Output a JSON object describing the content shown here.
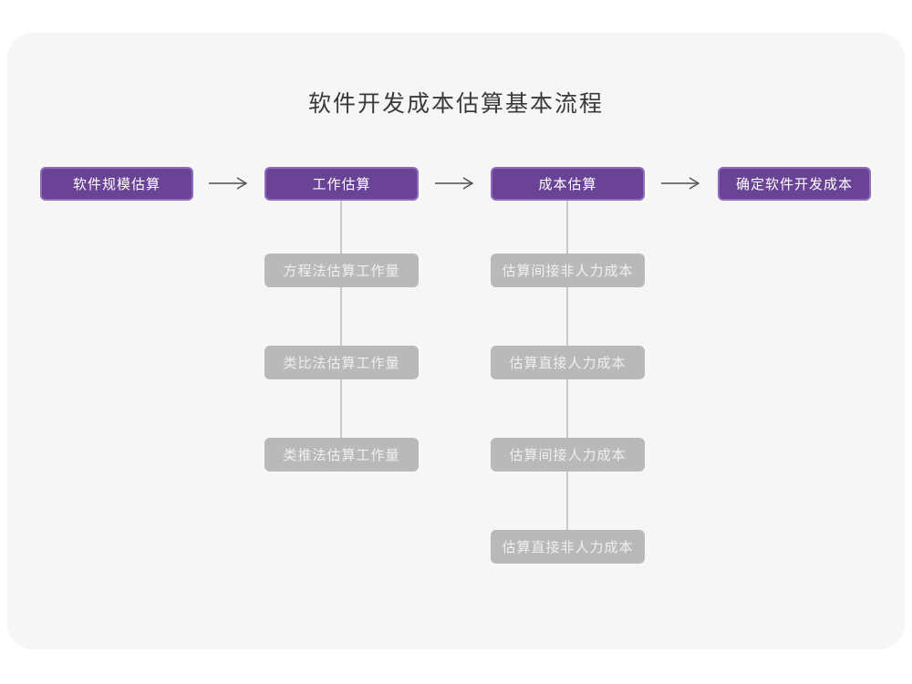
{
  "title": "软件开发成本估算基本流程",
  "colors": {
    "purple": "#6a4396",
    "purple_border": "#8d6cba",
    "gray_box": "#b9b9b9",
    "gray_box_text": "#efefef",
    "connector": "#c9c9c9",
    "arrow": "#4f4f4f",
    "title": "#3a3a3a",
    "card_bg": "#f6f6f7",
    "page_bg": "#ffffff"
  },
  "flow": {
    "main_nodes": [
      {
        "label": "软件规模估算"
      },
      {
        "label": "工作估算"
      },
      {
        "label": "成本估算"
      },
      {
        "label": "确定软件开发成本"
      }
    ],
    "work_estimation_methods": [
      "方程法估算工作量",
      "类比法估算工作量",
      "类推法估算工作量"
    ],
    "cost_estimation_steps": [
      "估算间接非人力成本",
      "估算直接人力成本",
      "估算间接人力成本",
      "估算直接非人力成本"
    ]
  }
}
